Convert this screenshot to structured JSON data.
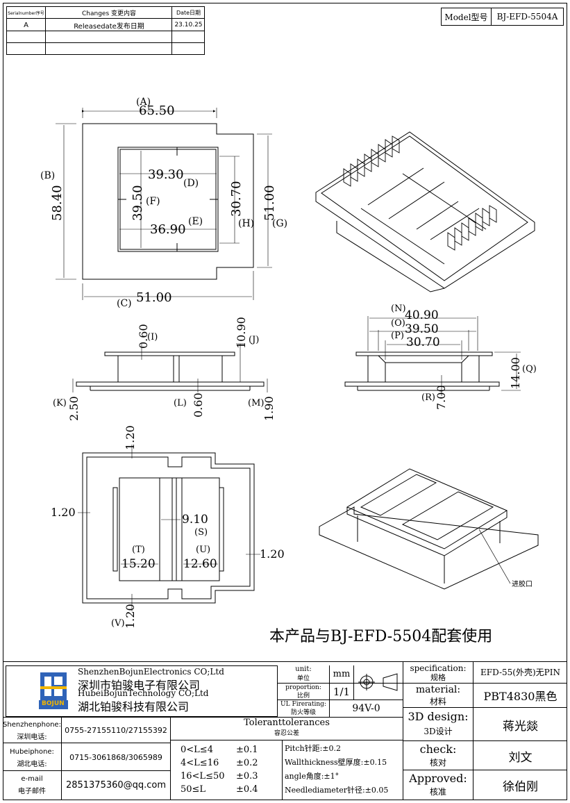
{
  "revision_table": {
    "headers": [
      "Serialnumber序号",
      "Changes 变更内容",
      "Date日期"
    ],
    "rows": [
      [
        "A",
        "Releasedate发布日期",
        "23.10.25"
      ],
      [
        "",
        "",
        ""
      ],
      [
        "",
        "",
        ""
      ]
    ]
  },
  "model": {
    "label": "Model型号",
    "value": "BJ-EFD-5504A"
  },
  "dims": {
    "A": "(A)",
    "A_val": "65.50",
    "B": "(B)",
    "B_val": "58.40",
    "C": "(C)",
    "C_val": "51.00",
    "D": "(D)",
    "D_val": "39.30",
    "E": "(E)",
    "E_val": "36.90",
    "F": "(F)",
    "F_val": "39.50",
    "G": "(G)",
    "G_val": "51.00",
    "H": "(H)",
    "H_val": "30.70",
    "I": "(I)",
    "I_val": "0.60",
    "J": "(J)",
    "J_val": "10.90",
    "K": "(K)",
    "K_val": "2.50",
    "L": "(L)",
    "L_val": "0.60",
    "M": "(M)",
    "M_val": "1.90",
    "N": "(N)",
    "N_val": "40.90",
    "O": "(O)",
    "O_val": "39.50",
    "P": "(P)",
    "P_val": "30.70",
    "Q": "(Q)",
    "Q_val": "14.00",
    "R": "(R)",
    "R_val": "7.00",
    "S": "(S)",
    "S_val": "9.10",
    "T": "(T)",
    "T_val": "15.20",
    "U": "(U)",
    "U_val": "12.60",
    "V": "(V)",
    "V_val": "1.20",
    "top_val": "1.20",
    "left_val": "1.20",
    "right_val": "1.20"
  },
  "gate_label": "进胶口",
  "note": "本产品与BJ-EFD-5504配套使用",
  "company": {
    "en1": "ShenzhenBojunElectronics CO;Ltd",
    "cn1": "深圳市铂骏电子有限公司",
    "en2": "HubeiBojunTechnology CO;Ltd",
    "cn2": "湖北铂骏科技有限公司",
    "logo_text": "BOJUN"
  },
  "unit": {
    "label_en": "unit:",
    "label_cn": "单位",
    "value": "mm"
  },
  "proportion": {
    "label_en": "proportion:",
    "label_cn": "比例",
    "value": "1/1"
  },
  "fire": {
    "label_en": "UL Firerating:",
    "label_cn": "防火等级",
    "value": "94V-0"
  },
  "spec": {
    "label_en": "specification:",
    "label_cn": "规格",
    "value": "EFD-55(外壳)无PIN"
  },
  "material": {
    "label_en": "material:",
    "label_cn": "材料",
    "value": "PBT4830黑色"
  },
  "design": {
    "label_en": "3D design:",
    "label_cn": "3D设计",
    "value": "蒋光燚"
  },
  "check": {
    "label_en": "check:",
    "label_cn": "核对",
    "value": "刘文"
  },
  "approved": {
    "label_en": "Approved:",
    "label_cn": "核准",
    "value": "徐伯刚"
  },
  "contacts": {
    "sz_label_en": "Shenzhenphone:",
    "sz_label_cn": "深圳电话:",
    "sz_value": "0755-27155110/27155392",
    "hb_label_en": "Hubeiphone:",
    "hb_label_cn": "湖北电话:",
    "hb_value": "0715-3061868/3065989",
    "em_label_en": "e-mail",
    "em_label_cn": "电子邮件",
    "em_value": "2851375360@qq.com"
  },
  "tolerance": {
    "title_en": "Toleranttolerances",
    "title_cn": "容忍公差",
    "ranges": [
      {
        "range": "0<L≤4",
        "tol": "±0.1"
      },
      {
        "range": "4<L≤16",
        "tol": "±0.2"
      },
      {
        "range": "16<L≤50",
        "tol": "±0.3"
      },
      {
        "range": "50≤L",
        "tol": "±0.4"
      }
    ],
    "pitch": "Pitch针距:±0.2",
    "wall": "Wallthickness壁厚度:±0.15",
    "angle": "angle角度:±1°",
    "needle": "Needlediameter针径:±0.05"
  }
}
